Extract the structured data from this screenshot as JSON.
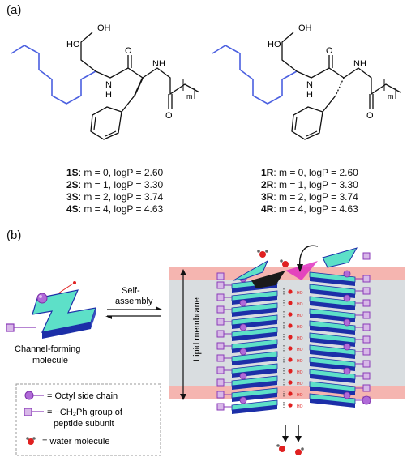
{
  "panel_a": {
    "label": "(a)",
    "structure_labels": {
      "oh_top": "OH",
      "ho": "HO",
      "o_carbonyl": "O",
      "nh_amide": "NH",
      "n_amide": "N",
      "h_amide": "H",
      "o_acyl": "O",
      "subscript_m": "m"
    },
    "series_s": [
      {
        "id": "1S",
        "text": ": m = 0, logP = 2.60"
      },
      {
        "id": "2S",
        "text": ": m = 1, logP = 3.30"
      },
      {
        "id": "3S",
        "text": ": m = 2, logP = 3.74"
      },
      {
        "id": "4S",
        "text": ": m = 4, logP = 4.63"
      }
    ],
    "series_r": [
      {
        "id": "1R",
        "text": ": m = 0, logP = 2.60"
      },
      {
        "id": "2R",
        "text": ": m = 1, logP = 3.30"
      },
      {
        "id": "3R",
        "text": ": m = 2, logP = 3.74"
      },
      {
        "id": "4R",
        "text": ": m = 4, logP = 4.63"
      }
    ]
  },
  "panel_b": {
    "label": "(b)",
    "self_assembly": "Self-",
    "self_assembly_2": "assembly",
    "molecule_label_1": "Channel-forming",
    "molecule_label_2": "molecule",
    "membrane_label": "Lipid membrane",
    "water_label": "HO",
    "legend": {
      "octyl": "= Octyl side chain",
      "benzyl_1": "= −CH₂Ph group of",
      "benzyl_2": "peptide subunit",
      "water": "= water molecule"
    }
  },
  "colors": {
    "chain_blue": "#4a5fe0",
    "teal": "#5de0c8",
    "navy": "#1c2fa8",
    "purple": "#b06ad8",
    "membrane_pink": "#f5b5b0",
    "membrane_gray": "#d9dde0",
    "water_red": "#e02020",
    "magenta": "#e030c0"
  }
}
